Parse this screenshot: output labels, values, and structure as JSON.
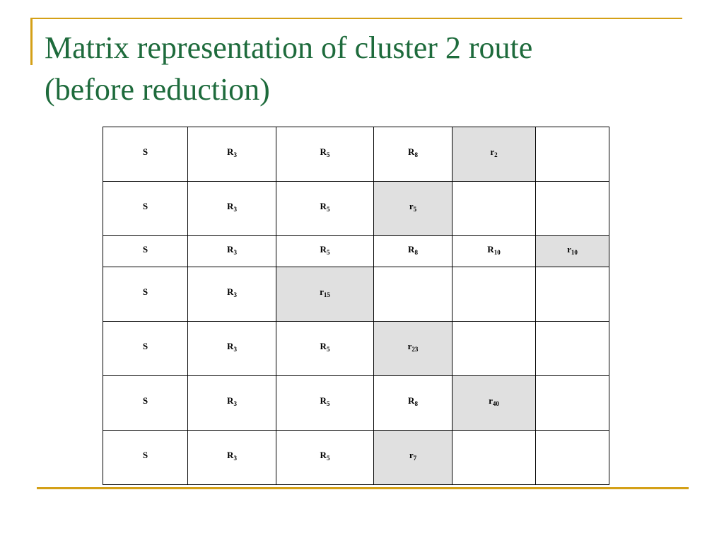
{
  "slide": {
    "title_line1": "Matrix representation of cluster 2 route",
    "title_line2": "(before reduction)"
  },
  "matrix": {
    "rows": [
      [
        [
          "S",
          ""
        ],
        [
          "R",
          "3"
        ],
        [
          "R",
          "5"
        ],
        [
          "R",
          "8"
        ],
        [
          "r",
          "2"
        ],
        [
          "",
          ""
        ]
      ],
      [
        [
          "S",
          ""
        ],
        [
          "R",
          "3"
        ],
        [
          "R",
          "5"
        ],
        [
          "r",
          "5"
        ],
        [
          "",
          ""
        ],
        [
          "",
          ""
        ]
      ],
      [
        [
          "S",
          ""
        ],
        [
          "R",
          "3"
        ],
        [
          "R",
          "5"
        ],
        [
          "R",
          "8"
        ],
        [
          "R",
          "10"
        ],
        [
          "r",
          "10"
        ]
      ],
      [
        [
          "S",
          ""
        ],
        [
          "R",
          "3"
        ],
        [
          "r",
          "15"
        ],
        [
          "",
          ""
        ],
        [
          "",
          ""
        ],
        [
          "",
          ""
        ]
      ],
      [
        [
          "S",
          ""
        ],
        [
          "R",
          "3"
        ],
        [
          "R",
          "5"
        ],
        [
          "r",
          "23"
        ],
        [
          "",
          ""
        ],
        [
          "",
          ""
        ]
      ],
      [
        [
          "S",
          ""
        ],
        [
          "R",
          "3"
        ],
        [
          "R",
          "5"
        ],
        [
          "R",
          "8"
        ],
        [
          "r",
          "40"
        ],
        [
          "",
          ""
        ]
      ],
      [
        [
          "S",
          ""
        ],
        [
          "R",
          "3"
        ],
        [
          "R",
          "5"
        ],
        [
          "r",
          "7"
        ],
        [
          "",
          ""
        ],
        [
          "",
          ""
        ]
      ]
    ],
    "shaded_cells": [
      [
        0,
        4
      ],
      [
        1,
        3
      ],
      [
        2,
        5
      ],
      [
        3,
        2
      ],
      [
        4,
        3
      ],
      [
        5,
        4
      ],
      [
        6,
        3
      ]
    ]
  },
  "colors": {
    "title": "#1e6b3c",
    "accent_line": "#d4a017",
    "shaded_cell": "#e0e0e0",
    "border": "#000000"
  }
}
